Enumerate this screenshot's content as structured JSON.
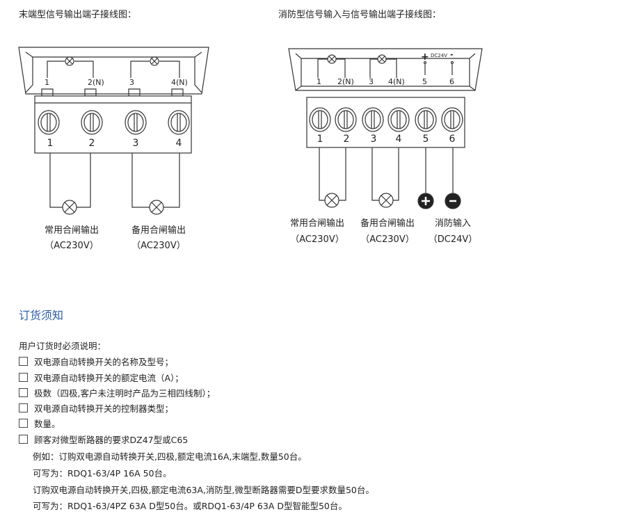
{
  "diagram1": {
    "title": "末端型信号输出端子接线图：",
    "top_labels": [
      "1",
      "2(N)",
      "3",
      "4(N)"
    ],
    "terminals": [
      "1",
      "2",
      "3",
      "4"
    ],
    "load1": "常用合闸输出",
    "load2": "备用合闸输出",
    "volt1": "（AC230V）",
    "volt2": "（AC230V）"
  },
  "diagram2": {
    "title": "消防型信号输入与信号输出端子接线图：",
    "top_labels": [
      "1",
      "2(N)",
      "3",
      "4(N)",
      "5",
      "6"
    ],
    "dc_label": "DC24V",
    "plus": "+",
    "minus": "-",
    "terminals": [
      "1",
      "2",
      "3",
      "4",
      "5",
      "6"
    ],
    "load1": "常用合闸输出",
    "load2": "备用合闸输出",
    "load3": "消防输入",
    "volt1": "（AC230V）",
    "volt2": "（AC230V）",
    "volt3": "（DC24V）"
  },
  "section": {
    "title": "订货须知",
    "intro": "用户订货时必须说明：",
    "items": [
      "双电源自动转换开关的名称及型号；",
      "双电源自动转换开关的额定电流（A）；",
      "极数（四极,客户未注明时产品为三相四线制）；",
      "双电源自动转换开关的控制器类型；",
      "数量。",
      "顾客对微型断路器的要求DZ47型或C65"
    ],
    "examples": [
      "例如：订购双电源自动转换开关,四极,额定电流16A,末端型,数量50台。",
      "可写为：RDQ1-63/4P  16A  50台。",
      "订购双电源自动转换开关,四极,额定电流63A,消防型,微型断路器需要D型要求数量50台。",
      "可写为：RDQ1-63/4PZ  63A  D型50台。或RDQ1-63/4P  63A  D型智能型50台。"
    ]
  }
}
